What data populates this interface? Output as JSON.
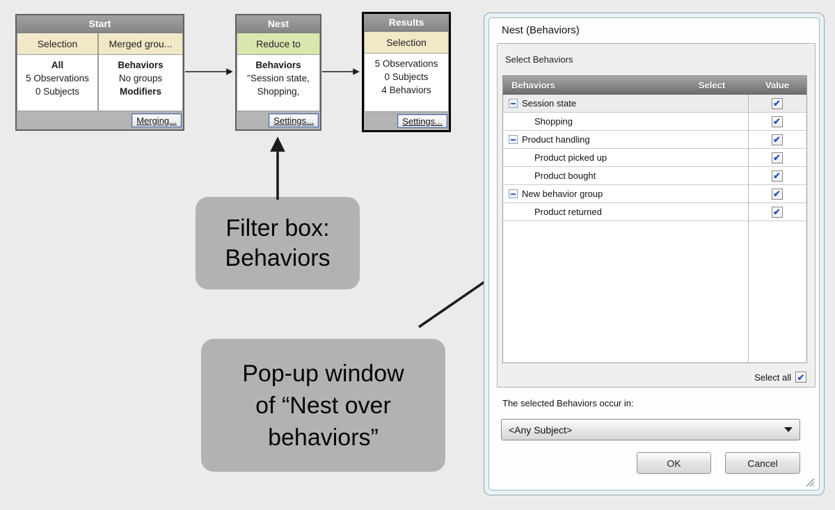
{
  "colors": {
    "page-bg": "#ebebeb",
    "box-title-hi": "#a2a2a2",
    "box-title-gray": "#868686",
    "tan-header": "#f2e8c7",
    "green-header": "#d9e6ac",
    "callout-gray": "#b2b2b2",
    "thead-hi": "#a5a5a5",
    "thead-dark": "#6f6f6f",
    "check-blue": "#2e51c0",
    "row-highlight": "#ececec",
    "dialog-frame": "#e6f3f7"
  },
  "flow": {
    "start": {
      "title": "Start",
      "col1": {
        "header": "Selection",
        "line1": "All",
        "line2": "5 Observations",
        "line3": "0 Subjects"
      },
      "col2": {
        "header": "Merged grou...",
        "line1": "Behaviors",
        "line2": "No groups",
        "line3": "Modifiers"
      },
      "button": "Merging..."
    },
    "nest": {
      "title": "Nest",
      "header": "Reduce to",
      "line1": "Behaviors",
      "line2": "\"Session state,",
      "line3": "Shopping,",
      "button": "Settings..."
    },
    "results": {
      "title": "Results",
      "header": "Selection",
      "line1": "5 Observations",
      "line2": "0 Subjects",
      "line3": "4 Behaviors",
      "button": "Settings..."
    }
  },
  "callouts": {
    "filter": "Filter box:\nBehaviors",
    "popup": "Pop-up window\nof “Nest over\nbehaviors”"
  },
  "dialog": {
    "title": "Nest (Behaviors)",
    "select_behaviors_label": "Select Behaviors",
    "table": {
      "col_behaviors": "Behaviors",
      "col_select": "Select",
      "col_value": "Value",
      "rows": [
        {
          "label": "Session state",
          "group": true,
          "checked": true
        },
        {
          "label": "Shopping",
          "group": false,
          "checked": true
        },
        {
          "label": "Product handling",
          "group": true,
          "checked": true
        },
        {
          "label": "Product picked up",
          "group": false,
          "checked": true
        },
        {
          "label": "Product bought",
          "group": false,
          "checked": true
        },
        {
          "label": "New behavior group",
          "group": true,
          "checked": true
        },
        {
          "label": "Product returned",
          "group": false,
          "checked": true
        }
      ]
    },
    "select_all_label": "Select all",
    "select_all_checked": true,
    "occur_label": "The selected Behaviors occur in:",
    "subject_value": "<Any Subject>",
    "ok_label": "OK",
    "cancel_label": "Cancel",
    "checkmark": "✔"
  }
}
